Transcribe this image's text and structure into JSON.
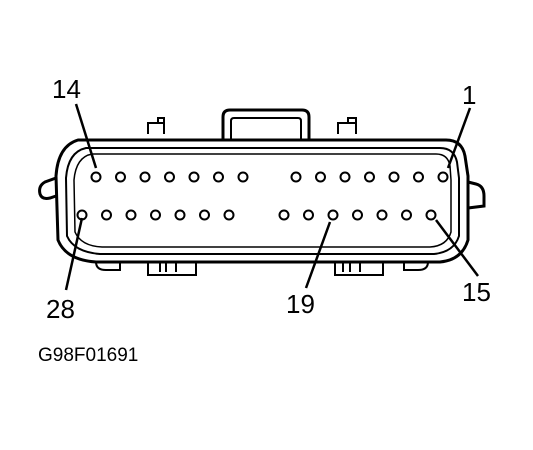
{
  "diagram": {
    "pin_labels": {
      "top_left": "14",
      "top_right": "1",
      "bottom_left": "28",
      "bottom_middle": "19",
      "bottom_right": "15"
    },
    "figure_code": "G98F01691",
    "top_row_pin_count": 14,
    "bottom_row_pin_count": 14,
    "line_color": "#000000",
    "background_color": "#ffffff"
  }
}
